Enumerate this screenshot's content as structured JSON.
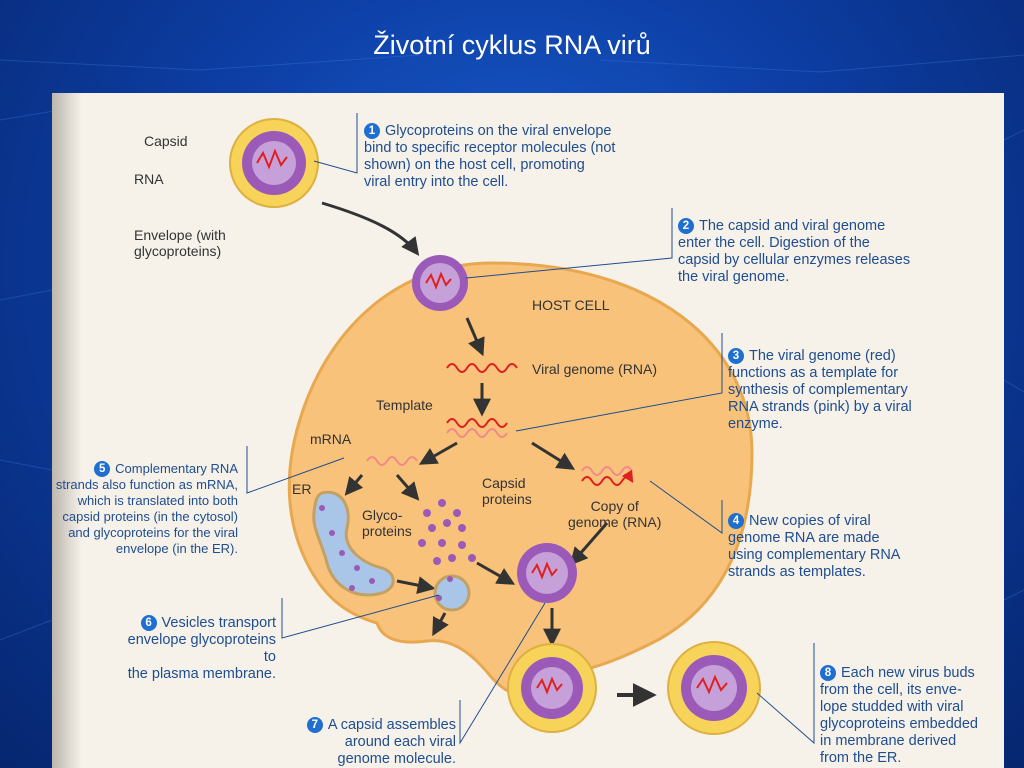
{
  "slide": {
    "title": "Životní cyklus RNA virů"
  },
  "diagram": {
    "labels": {
      "capsid": "Capsid",
      "rna": "RNA",
      "envelope": "Envelope (with\nglycoproteins)",
      "host_cell": "HOST CELL",
      "viral_genome": "Viral genome (RNA)",
      "template": "Template",
      "mrna": "mRNA",
      "er": "ER",
      "glycoproteins": "Glyco-\nproteins",
      "capsid_proteins": "Capsid\nproteins",
      "copy_of_genome": "Copy of\ngenome (RNA)"
    },
    "steps": [
      {
        "number": "1",
        "text": "Glycoproteins on the viral envelope\nbind to specific receptor molecules (not\nshown) on the host cell, promoting\nviral entry into the cell."
      },
      {
        "number": "2",
        "text": "The capsid and viral genome\nenter the cell. Digestion of the\ncapsid by cellular enzymes releases\nthe viral genome."
      },
      {
        "number": "3",
        "text": "The viral genome (red)\nfunctions as a template for\nsynthesis of complementary\nRNA strands (pink) by a viral\nenzyme."
      },
      {
        "number": "4",
        "text": "New copies of viral\ngenome RNA are made\nusing complementary RNA\nstrands as templates."
      },
      {
        "number": "5",
        "text": "Complementary RNA\nstrands also function as mRNA,\nwhich is translated into both\ncapsid proteins (in the cytosol)\nand glycoproteins for the viral\nenvelope (in the ER)."
      },
      {
        "number": "6",
        "text": "Vesicles transport\nenvelope glycoproteins to\nthe plasma membrane."
      },
      {
        "number": "7",
        "text": "A capsid assembles\naround each viral\ngenome molecule."
      },
      {
        "number": "8",
        "text": "Each new virus buds\nfrom the cell, its enve-\nlope studded with viral\nglycoproteins embedded\nin membrane derived\nfrom the ER."
      }
    ],
    "colors": {
      "cell": "#f8c27a",
      "cell_border": "#e8a850",
      "capsid": "#9b5ab8",
      "genome_red": "#e02020",
      "complement_pink": "#f08a8a",
      "er_fill": "#a9c6e8",
      "callout_blue": "#1f4d8f"
    }
  }
}
